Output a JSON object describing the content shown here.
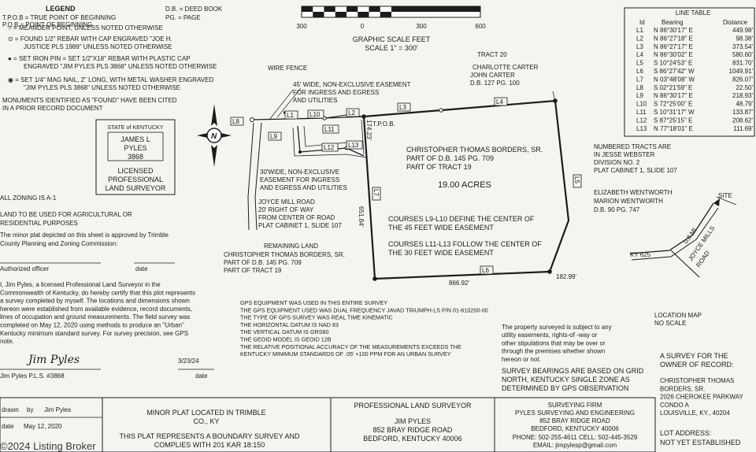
{
  "legend": {
    "title": "LEGEND",
    "abbrev_left": [
      "T.P.O.B = TRUE POINT OF BEGINNING",
      "P.O.B.= POINT OF BEGINNING"
    ],
    "abbrev_right": [
      "D.B. = DEED BOOK",
      "PG. = PAGE"
    ],
    "symbols": [
      [
        "○ = MEANDER POINT, UNLESS NOTED OTHERWISE"
      ],
      [
        "⊙ = FOUND 1/2\" REBAR WITH CAP ENGRAVED \"JOE H.",
        "JUSTICE PLS 1989\" UNLESS NOTED OTHERWISE"
      ],
      [
        "● = SET IRON PIN = SET 1/2\"X18\" REBAR WITH PLASTIC CAP",
        "ENGRAVED \"JIM PYLES PLS 3868\" UNLESS NOTED OTHERWISE"
      ],
      [
        "◉ = SET 1/4\" MAG NAIL, 2\" LONG, WITH METAL WASHER ENGRAVED",
        "\"JIM PYLES PLS 3868\" UNLESS NOTED OTHERWISE"
      ]
    ],
    "found_note": [
      "MONUMENTS IDENTIFIED AS \"FOUND\" HAVE BEEN CITED",
      "IN A PRIOR RECORD DOCUMENT"
    ]
  },
  "scale": {
    "ticks": [
      "300",
      "0",
      "300",
      "600"
    ],
    "title": "GRAPHIC SCALE FEET",
    "subtitle": "SCALE 1\" = 300'"
  },
  "line_table": {
    "title": "LINE TABLE",
    "headers": [
      "Id",
      "Bearing",
      "Distance"
    ],
    "rows": [
      [
        "L1",
        "N 86°30'17\" E",
        "449.98'"
      ],
      [
        "L2",
        "N 86°27'18\" E",
        "98.38'"
      ],
      [
        "L3",
        "N 86°27'17\" E",
        "373.54'"
      ],
      [
        "L4",
        "N 86°30'02\" E",
        "580.60'"
      ],
      [
        "L5",
        "S 10°24'53\" E",
        "831.70'"
      ],
      [
        "L6",
        "S 86°27'42\" W",
        "1049.91'"
      ],
      [
        "L7",
        "N 03°48'08\" W",
        "826.07'"
      ],
      [
        "L8",
        "S 02°21'59\" E",
        "22.50'"
      ],
      [
        "L9",
        "N 86°30'17\" E",
        "218.93'"
      ],
      [
        "L10",
        "S 72°25'00\" E",
        "48.79'"
      ],
      [
        "L11",
        "S 10°31'17\" W",
        "133.87'"
      ],
      [
        "L12",
        "S 87°25'15\" E",
        "208.62'"
      ],
      [
        "L13",
        "N 77°18'01\" E",
        "111.69'"
      ]
    ]
  },
  "seal": {
    "state": "STATE of KENTUCKY",
    "name": "JAMES L",
    "surname": "PYLES",
    "number": "3868",
    "line1": "LICENSED",
    "line2": "PROFESSIONAL",
    "line3": "LAND SURVEYOR"
  },
  "plan": {
    "wire_fence": "WIRE FENCE",
    "easement45": [
      "45' WIDE, NON-EXCLUSIVE EASEMENT",
      "FOR INGRESS AND EGRESS",
      "AND UTILITIES"
    ],
    "easement30": [
      "30'WIDE, NON-EXCLUSIVE",
      "EASEMENT FOR INGRESS",
      "AND EGRESS AND UTILITIES"
    ],
    "road": [
      "JOYCE MILL ROAD",
      "20' RIGHT OF WAY",
      "FROM CENTER OF ROAD",
      "PLAT CABINET 1, SLIDE 107"
    ],
    "remaining": [
      "REMAINING LAND",
      "CHRISTOPHER THOMAS BORDERS, SR.",
      "PART OF D.B. 145 PG. 709",
      "PART OF TRACT 19"
    ],
    "tract20": [
      "TRACT 20",
      "CHARLOTTE CARTER",
      "JOHN CARTER",
      "D.B. 127 PG. 100"
    ],
    "tpob": "T.P.O.B.",
    "owner": [
      "CHRISTOPHER THOMAS BORDERS, SR.",
      "PART OF D.B. 145 PG. 709",
      "PART OF TRACT 19"
    ],
    "acres": "19.00 ACRES",
    "note45": [
      "COURSES L9-L10 DEFINE THE CENTER OF",
      "THE 45 FEET WIDE EASEMENT"
    ],
    "note30": [
      "COURSES L11-L13 FOLLOW THE CENTER OF",
      "THE 30 FEET WIDE EASEMENT"
    ],
    "dims": {
      "d174": "174.23'",
      "d651": "651.84'",
      "d866": "866.92'",
      "d182": "182.99'"
    },
    "line_labels": [
      "L1",
      "L2",
      "L3",
      "L4",
      "L5",
      "L6",
      "L7",
      "L8",
      "L9",
      "L10",
      "L11",
      "L12",
      "L13"
    ],
    "numbered_tracts": [
      "NUMBERED TRACTS ARE",
      "IN JESSE WEBSTER",
      "DIVISION NO. 2",
      "PLAT CABINET 1, SLIDE 107"
    ],
    "wentworth": [
      "ELIZABETH WENTWORTH",
      "MARION WENTWORTH",
      "D.B. 90 PG. 747"
    ]
  },
  "location_map": {
    "site": "SITE",
    "ky625": "KY 625",
    "mi": "0.8 MI",
    "road": "JOYCE MILLS",
    "road2": "ROAD",
    "caption": [
      "LOCATION MAP",
      "NO SCALE"
    ]
  },
  "left_notes": {
    "zoning": "ALL ZONING IS A-1",
    "use": [
      "LAND TO BE USED FOR AGRICULTURAL OR",
      "RESIDENTIAL PURPOSES"
    ],
    "approval": [
      "The minor plat depicted on this sheet is approved by Trimble",
      "County Planning and Zoning Commission:"
    ],
    "officer": "Authorized officer",
    "date_label": "date",
    "cert": [
      "I, Jim Pyles, a licensed Professional Land Surveyor in the",
      "Commonwealth of Kentucky, do hereby certify that this plot represents",
      "a survey completed by myself.  The locations and dimensions shown",
      "hereon were established from available evidence, record documents,",
      "lines of occupation and ground measurements.  The field survey was",
      "completed on May 12, 2020 using methods to produce an \"Urban\"",
      "Kentucky minimum standard survey.  For survey precision, see GPS",
      "note."
    ],
    "signature": "Jim Pyles",
    "sig_name": "Jim Pyles P.L.S. #3868",
    "sig_date": "3/23/24"
  },
  "gps": [
    "GPS EQUIPMENT WAS USED IN THIS ENTIRE SURVEY",
    "THE GPS EQUIPMENT USED WAS DUAL FREQUENCY JAVAD TRIUMPH-LS P/N 01-610200-00",
    "THE TYPE OF GPS SURVEY WAS REAL TIME KINEMATIC",
    "THE HORIZONTAL DATUM IS NAD 83",
    "THE VERTICAL DATUM IS GRS80",
    "THE GEOID MODEL IS GEOID 12B",
    "THE RELATIVE POSITIONAL ACCURACY OF THE MEASUREMENTS EXCEEDS THE",
    "KENTUCKY MINIMUM STANDARDS OF .05' +100 PPM FOR AN URBAN SURVEY"
  ],
  "subject_note": [
    "The property surveyed is subject to any",
    "utility easements, rights-of -way or",
    "other stipulations that may be over or",
    "through the premises whether shown",
    "hereon or not."
  ],
  "bearings_note": [
    "SURVEY BEARINGS ARE BASED ON GRID",
    "NORTH, KENTUCKY SINGLE ZONE AS",
    "DETERMINED BY GPS OBSERVATION"
  ],
  "owner_record": {
    "title": [
      "A SURVEY FOR THE",
      "OWNER OF RECORD:"
    ],
    "lines": [
      "CHRISTOPHER THOMAS",
      "BORDERS, SR.",
      "2026 CHEROKEE PARKWAY",
      "CONDO A",
      "LOUISVILLE, KY., 40204"
    ],
    "lot_address": "LOT ADDRESS:",
    "not_yet": "NOT YET ESTABLISHED"
  },
  "title_block": {
    "drawn_label": "drawn",
    "by_label": "by",
    "drawn_by": "Jim Pyles",
    "date_label": "date",
    "date_val": "May 12, 2020",
    "minor": [
      "MINOR PLAT LOCATED IN  TRIMBLE",
      "CO., KY"
    ],
    "represents": [
      "THIS PLAT REPRESENTS A BOUNDARY SURVEY AND",
      "COMPLIES WITH 201 KAR 18:150"
    ],
    "pls": [
      "PROFESSIONAL LAND SURVEYOR",
      "JIM PYLES",
      "852 BRAY RIDGE ROAD",
      "BEDFORD, KENTUCKY 40006"
    ],
    "firm": [
      "SURVEYING FIRM",
      "PYLES SURVEYING AND ENGINEERING",
      "852 BRAY RIDGE ROAD",
      "BEDFORD, KENTUCKY 40006",
      "PHONE: 502-255-4611     CELL: 502-445-3529",
      "EMAIL: jimpylesp@gmail.com"
    ]
  },
  "watermark": "©2024 Listing Broker"
}
